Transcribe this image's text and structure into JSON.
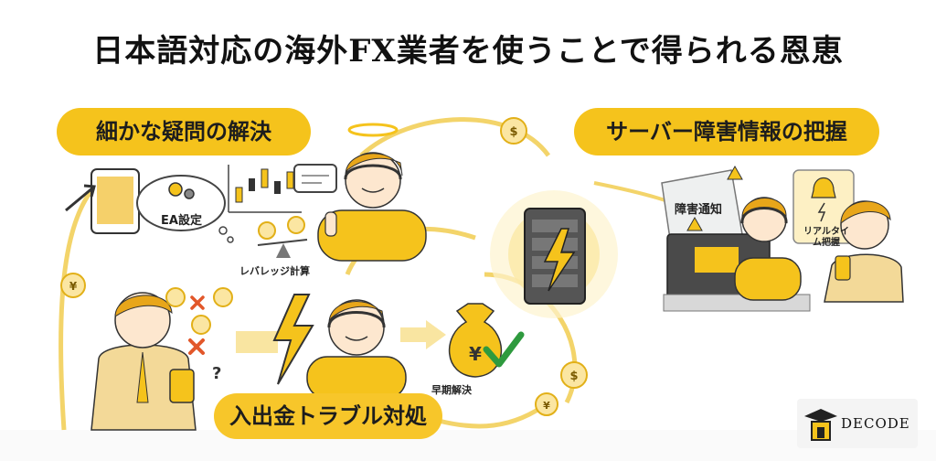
{
  "title": "日本語対応の海外FX業者を使うことで得られる恩恵",
  "sections": {
    "left": "細かな疑問の解決",
    "right": "サーバー障害情報の把握",
    "bottom": "入出金トラブル対処"
  },
  "labels": {
    "ea": "EA設定",
    "leverage": "レバレッジ計算",
    "early": "早期解決",
    "notice": "障害通知",
    "realtime": "リアルタイム把握"
  },
  "logo": {
    "text": "DECODE"
  },
  "colors": {
    "accent": "#f5c31c",
    "ring": "#f3cd4d",
    "check": "#2e9a3e",
    "cross": "#e2572a"
  }
}
